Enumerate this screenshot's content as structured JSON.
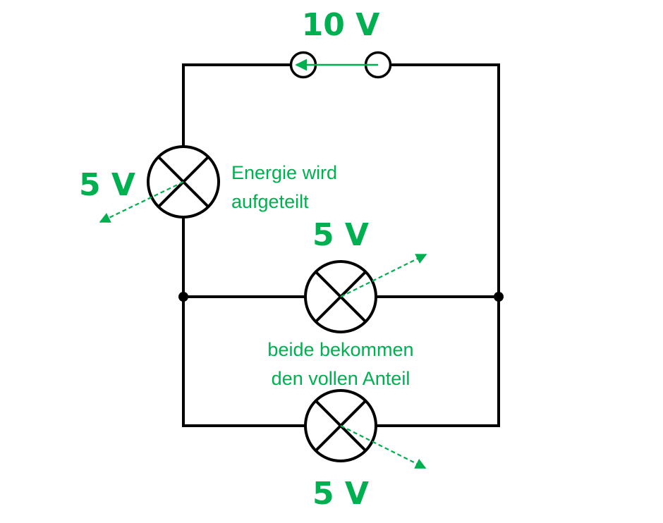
{
  "colors": {
    "wire": "#000000",
    "annotation": "#00b050"
  },
  "labels": {
    "source_voltage": "10 V",
    "lamp_series_voltage": "5 V",
    "lamp_parallel_top_voltage": "5 V",
    "lamp_parallel_bottom_voltage": "5 V",
    "note_series_line1": "Energie wird",
    "note_series_line2": "aufgeteilt",
    "note_parallel_line1": "beide bekommen",
    "note_parallel_line2": "den vollen Anteil"
  }
}
